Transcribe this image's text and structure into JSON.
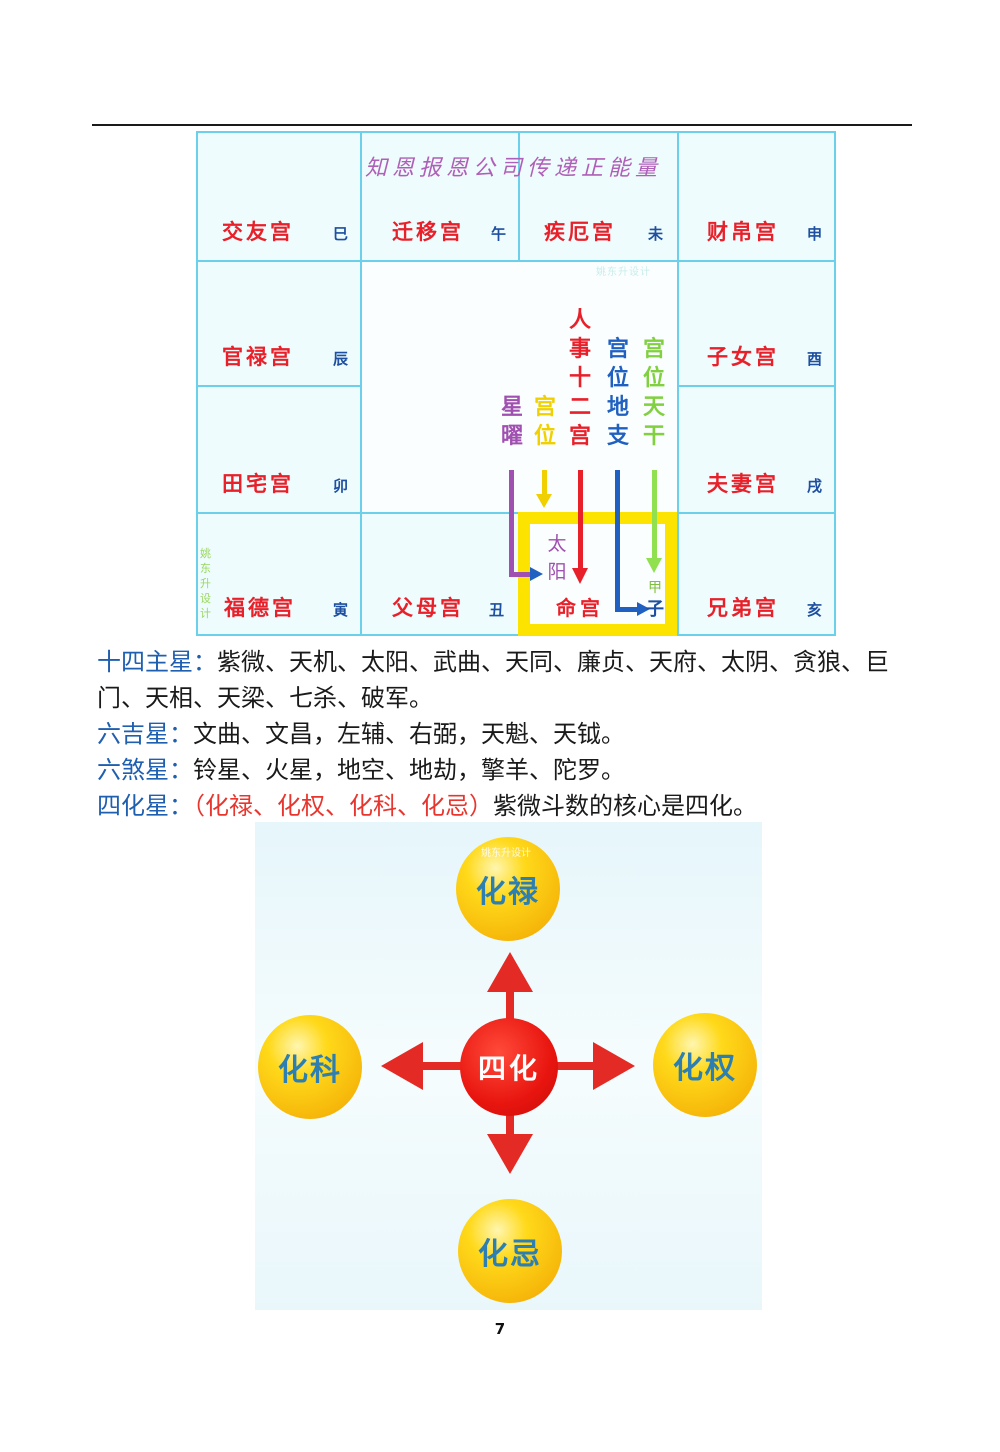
{
  "chart": {
    "motto": "知恩报恩公司传递正能量",
    "watermark": "姚东升设计",
    "palaces": [
      {
        "name": "交友宫",
        "branch": "巳"
      },
      {
        "name": "迁移宫",
        "branch": "午"
      },
      {
        "name": "疾厄宫",
        "branch": "未"
      },
      {
        "name": "财帛宫",
        "branch": "申"
      },
      {
        "name": "子女宫",
        "branch": "酉"
      },
      {
        "name": "夫妻宫",
        "branch": "戌"
      },
      {
        "name": "兄弟宫",
        "branch": "亥"
      },
      {
        "name": "命宫",
        "branch": "子"
      },
      {
        "name": "父母宫",
        "branch": "丑"
      },
      {
        "name": "福德宫",
        "branch": "寅"
      },
      {
        "name": "田宅宫",
        "branch": "卯"
      },
      {
        "name": "官禄宫",
        "branch": "辰"
      }
    ],
    "legend": {
      "star": "星曜",
      "position": "宫位",
      "human_affairs": "人事十二宫",
      "earthly_branch": "宫位地支",
      "heavenly_stem": "宫位天干"
    },
    "ming_palace": {
      "star": "太阳",
      "name": "命宫",
      "stem": "甲",
      "branch": "子"
    },
    "colors": {
      "grid": "#6dd0ea",
      "palace_text": "#e8202a",
      "branch_text": "#1e4fa0",
      "star": "#a050b0",
      "position": "#f0d000",
      "human_affairs": "#e8202a",
      "earthly_branch": "#2060c0",
      "heavenly_stem": "#80d040",
      "highlight": "#fde400"
    }
  },
  "text": {
    "main_stars_label": "十四主星：",
    "main_stars": "紫微、天机、太阳、武曲、天同、廉贞、天府、太阴、贪狼、巨门、天相、天梁、七杀、破军。",
    "lucky_label": "六吉星：",
    "lucky": "文曲、文昌，左辅、右弼，天魁、天钺。",
    "evil_label": "六煞星：",
    "evil": "铃星、火星，地空、地劫，擎羊、陀罗。",
    "sihua_label": "四化星：",
    "sihua_list": "（化禄、化权、化科、化忌）",
    "sihua_note": "紫微斗数的核心是四化。"
  },
  "diagram": {
    "center": "四化",
    "top": "化禄",
    "right": "化权",
    "bottom": "化忌",
    "left": "化科",
    "watermark": "姚东升设计"
  },
  "page_number": "7"
}
